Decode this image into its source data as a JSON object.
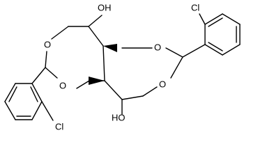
{
  "molecule": {
    "atoms": [
      {
        "id": "O1",
        "label": "O"
      },
      {
        "id": "O2",
        "label": "O"
      },
      {
        "id": "O3",
        "label": "O"
      },
      {
        "id": "O4",
        "label": "O"
      },
      {
        "id": "OH1",
        "label": "OH"
      },
      {
        "id": "OH2",
        "label": "HO"
      },
      {
        "id": "Cl1",
        "label": "Cl"
      },
      {
        "id": "Cl2",
        "label": "Cl"
      }
    ]
  }
}
